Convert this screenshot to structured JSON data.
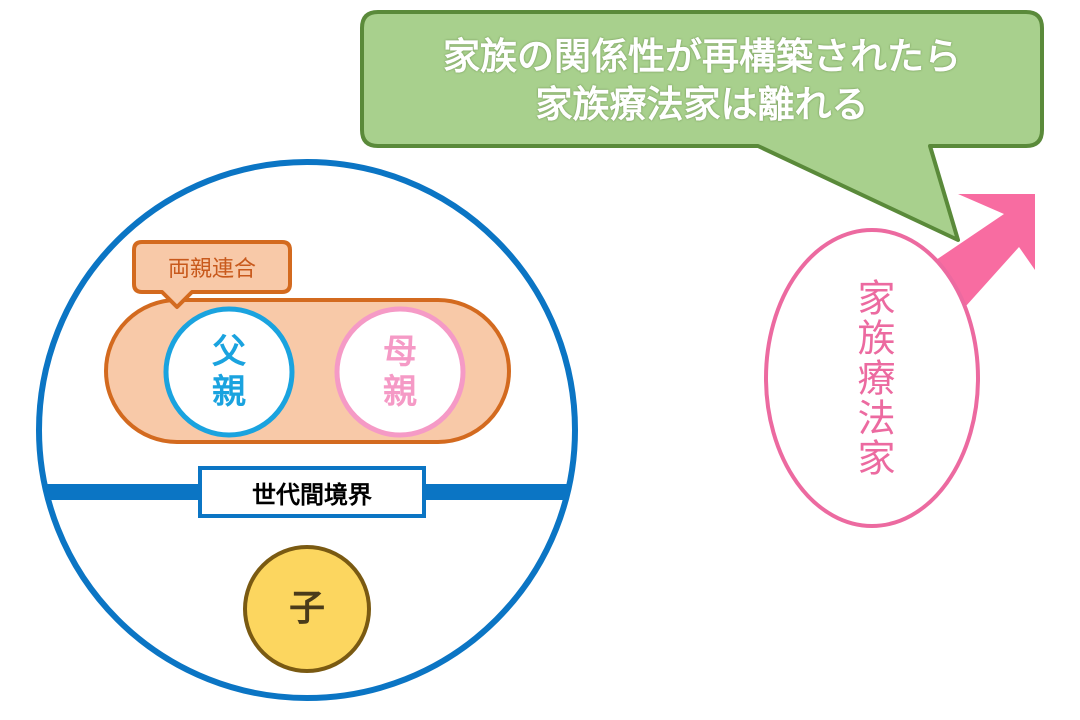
{
  "speech_bubble": {
    "line1": "家族の関係性が再構築されたら",
    "line2": "家族療法家は離れる"
  },
  "parent_coalition": {
    "label": "両親連合"
  },
  "father": {
    "line1": "父",
    "line2": "親"
  },
  "mother": {
    "line1": "母",
    "line2": "親"
  },
  "generational_boundary": {
    "label": "世代間境界"
  },
  "child": {
    "label": "子"
  },
  "therapist": {
    "label": "家族療法家"
  },
  "colors": {
    "family_circle": "#0b75c4",
    "bubble_fill": "#a8d08d",
    "bubble_stroke": "#5a8a3a",
    "coalition_fill": "#f8c9a8",
    "coalition_stroke": "#d36a1f",
    "father": "#1aa3df",
    "mother": "#f59ac6",
    "child_fill": "#fcd65f",
    "child_stroke": "#7a5a12",
    "therapist": "#ec6aa0",
    "arrow": "#f86ca1"
  }
}
